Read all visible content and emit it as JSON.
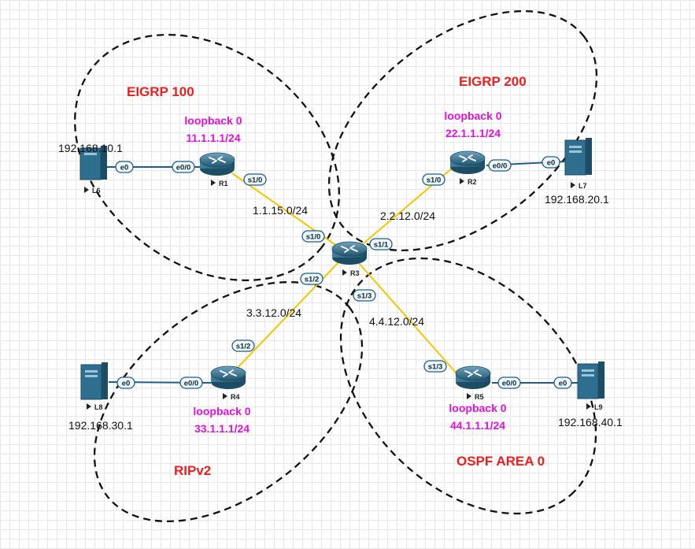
{
  "zones": {
    "eigrp100": "EIGRP 100",
    "eigrp200": "EIGRP 200",
    "ripv2": "RIPv2",
    "ospf": "OSPF AREA 0"
  },
  "routers": {
    "r1": {
      "name": "R1",
      "loopback": "loopback 0",
      "loopback_ip": "11.1.1.1/24"
    },
    "r2": {
      "name": "R2",
      "loopback": "loopback 0",
      "loopback_ip": "22.1.1.1/24"
    },
    "r3": {
      "name": "R3"
    },
    "r4": {
      "name": "R4",
      "loopback": "loopback 0",
      "loopback_ip": "33.1.1.1/24"
    },
    "r5": {
      "name": "R5",
      "loopback": "loopback 0",
      "loopback_ip": "44.1.1.1/24"
    }
  },
  "hosts": {
    "l6": {
      "name": "L6",
      "ip": "192.168.10.1"
    },
    "l7": {
      "name": "L7",
      "ip": "192.168.20.1"
    },
    "l8": {
      "name": "L8",
      "ip": "192.168.30.1"
    },
    "l9": {
      "name": "L9",
      "ip": "192.168.40.1"
    }
  },
  "networks": {
    "r1_r3": "1.1.15.0/24",
    "r2_r3": "2.2.12.0/24",
    "r4_r3": "3.3.12.0/24",
    "r5_r3": "4.4.12.0/24"
  },
  "interfaces": {
    "l6_e0": "e0",
    "r1_e00": "e0/0",
    "r1_s10": "s1/0",
    "r3_s10": "s1/0",
    "r3_s11": "s1/1",
    "r3_s12": "s1/2",
    "r3_s13": "s1/3",
    "r2_s10": "s1/0",
    "r2_e00": "e0/0",
    "l7_e0": "e0",
    "r4_s12": "s1/2",
    "r4_e00": "e0/0",
    "l8_e0": "e0",
    "r5_s13": "s1/3",
    "r5_e00": "e0/0",
    "l9_e0": "e0"
  },
  "colors": {
    "zone_label": "#e8201f",
    "loopback_label": "#e014d8",
    "serial_link": "#f2c600",
    "ethernet_link": "#1f5d85",
    "device_fill": "#2e6e8e"
  }
}
